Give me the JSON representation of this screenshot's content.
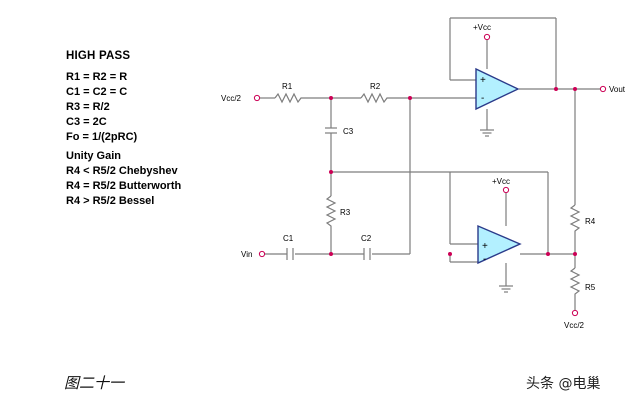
{
  "notes": {
    "title": "HIGH PASS",
    "lines": [
      "R1 = R2 = R",
      "C1 = C2 = C",
      "R3 = R/2",
      "C3 = 2C",
      "Fo = 1/(2pRC)"
    ],
    "gain_title": "Unity Gain",
    "gain_lines": [
      "R4 < R5/2  Chebyshev",
      "R4 = R5/2  Butterworth",
      "R4 > R5/2  Bessel"
    ]
  },
  "labels": {
    "vcc2_in": "Vcc/2",
    "r1": "R1",
    "r2": "R2",
    "c3": "C3",
    "r3": "R3",
    "vin": "Vin",
    "c1": "C1",
    "c2": "C2",
    "vcc_top": "+Vcc",
    "vcc_bottom": "+Vcc",
    "vout": "Vout",
    "r4": "R4",
    "r5": "R5",
    "vcc2_out": "Vcc/2",
    "plus_top": "+",
    "minus_top": "-",
    "plus_bottom": "+",
    "minus_bottom": "-"
  },
  "caption": "图二十一",
  "watermark": "头条 @电巢",
  "colors": {
    "wire": "#7d7d7d",
    "node": "#cc0055",
    "opamp_fill": "#b3f0ff",
    "opamp_stroke": "#2a3a8a",
    "terminal": "#cc0055"
  }
}
